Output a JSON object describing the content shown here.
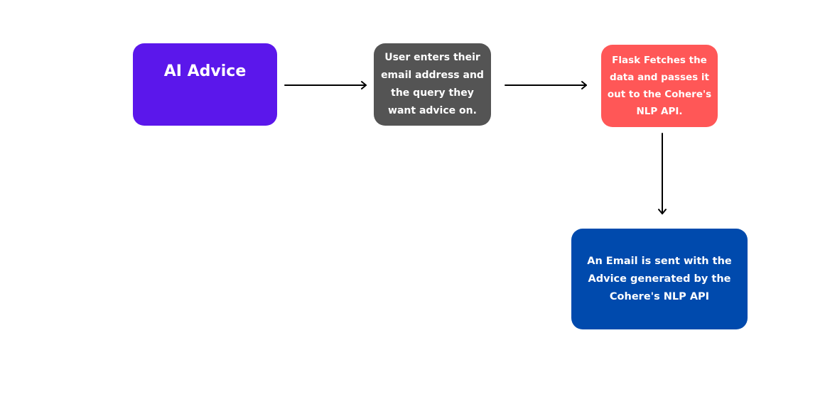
{
  "nodes": {
    "ai_advice": {
      "label": "AI Advice",
      "color": "#5b17eb"
    },
    "user_input": {
      "label": "User enters their email address and the query they want advice on.",
      "color": "#545454"
    },
    "flask": {
      "label": "Flask Fetches the data and passes it out to the Cohere's NLP API.",
      "color": "#ff5757"
    },
    "email": {
      "label": "An Email is sent with the Advice generated by the Cohere's NLP API",
      "color": "#004aad"
    }
  },
  "edges": [
    {
      "from": "ai_advice",
      "to": "user_input"
    },
    {
      "from": "user_input",
      "to": "flask"
    },
    {
      "from": "flask",
      "to": "email"
    }
  ]
}
